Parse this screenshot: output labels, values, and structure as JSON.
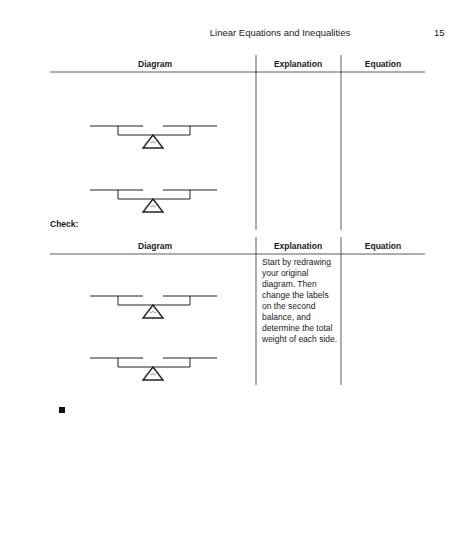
{
  "diagram": {
    "title": "Linear Equations and Inequalities",
    "labels": [
      "15",
      "Diagram",
      "Explanation",
      "Equation",
      "Check:",
      "Diagram",
      "Explanation",
      "Equation",
      "Start by redrawing your original diagram. Then change the labels on the second balance, and determine the total weight of each side."
    ]
  }
}
